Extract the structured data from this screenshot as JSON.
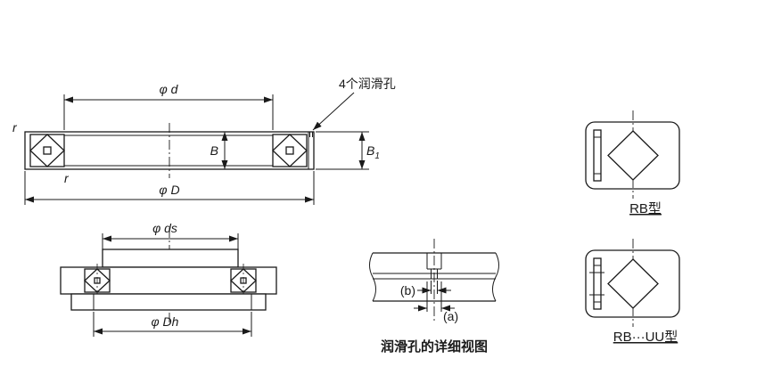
{
  "colors": {
    "section_fill": "#c9c9c9",
    "line": "#1a1a1a",
    "background": "#ffffff"
  },
  "main_view": {
    "dim_d": "φ d",
    "dim_D": "φ D",
    "dim_B": "B",
    "dim_B1_base": "B",
    "dim_B1_sub": "1",
    "r_outer": "r",
    "r_inner": "r",
    "lube_holes_note": "4个润滑孔"
  },
  "mounted_view": {
    "dim_ds": "φ ds",
    "dim_Dh": "φ Dh"
  },
  "detail_view": {
    "label_a": "(a)",
    "label_b": "(b)",
    "caption": "润滑孔的详细视图"
  },
  "type_views": {
    "rb_caption": "RB型",
    "rbuu_caption": "RB···UU型"
  }
}
